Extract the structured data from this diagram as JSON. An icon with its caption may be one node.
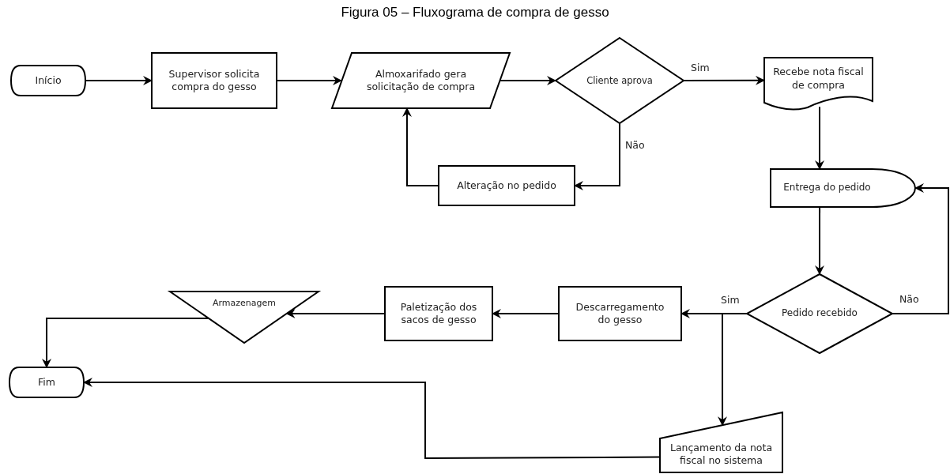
{
  "diagram": {
    "title": "Figura 05 – Fluxograma de compra de gesso",
    "nodes": [
      {
        "text": [
          "Início"
        ]
      },
      {
        "text": [
          "Supervisor solicita compra do gesso"
        ]
      },
      {
        "text": [
          "Almoxarifado gera solicitação de compra"
        ]
      },
      {
        "text": [
          "Cliente aprova"
        ]
      },
      {
        "text": [
          "Alteração no pedido"
        ]
      },
      {
        "text": [
          "Recebe nota fiscal de compra"
        ]
      },
      {
        "text": [
          "Entrega do pedido"
        ]
      },
      {
        "text": [
          "Pedido recebido"
        ]
      },
      {
        "text": [
          "Descarregamento do gesso"
        ]
      },
      {
        "text": [
          "Paletização dos sacos de gesso"
        ]
      },
      {
        "text": [
          "Armazenagem"
        ]
      },
      {
        "text": [
          "Fim"
        ]
      },
      {
        "text": [
          "Lançamento da nota fiscal no sistema"
        ]
      }
    ],
    "edges": [
      {
        "from": 0,
        "to": 1,
        "arrow": "to"
      },
      {
        "from": 1,
        "to": 2,
        "arrow": "to"
      },
      {
        "from": 2,
        "to": 3,
        "arrow": "to"
      },
      {
        "from": 3,
        "to": 5,
        "arrow": "to",
        "label": "Sim"
      },
      {
        "from": 3,
        "to": 4,
        "arrow": "to",
        "label": "Não"
      },
      {
        "from": 4,
        "to": 2,
        "arrow": "to"
      },
      {
        "from": 5,
        "to": 6,
        "arrow": "to"
      },
      {
        "from": 6,
        "to": 7,
        "arrow": "to"
      },
      {
        "from": 7,
        "to": 6,
        "arrow": "to",
        "label": "Não"
      },
      {
        "from": 7,
        "to": 8,
        "arrow": "to",
        "label": "Sim"
      },
      {
        "from": 7,
        "to": 12,
        "arrow": "to"
      },
      {
        "from": 8,
        "to": 9,
        "arrow": "to"
      },
      {
        "from": 9,
        "to": 10,
        "arrow": "to"
      },
      {
        "from": 10,
        "to": 11,
        "arrow": "to"
      },
      {
        "from": 12,
        "to": 11,
        "arrow": "to"
      }
    ]
  }
}
